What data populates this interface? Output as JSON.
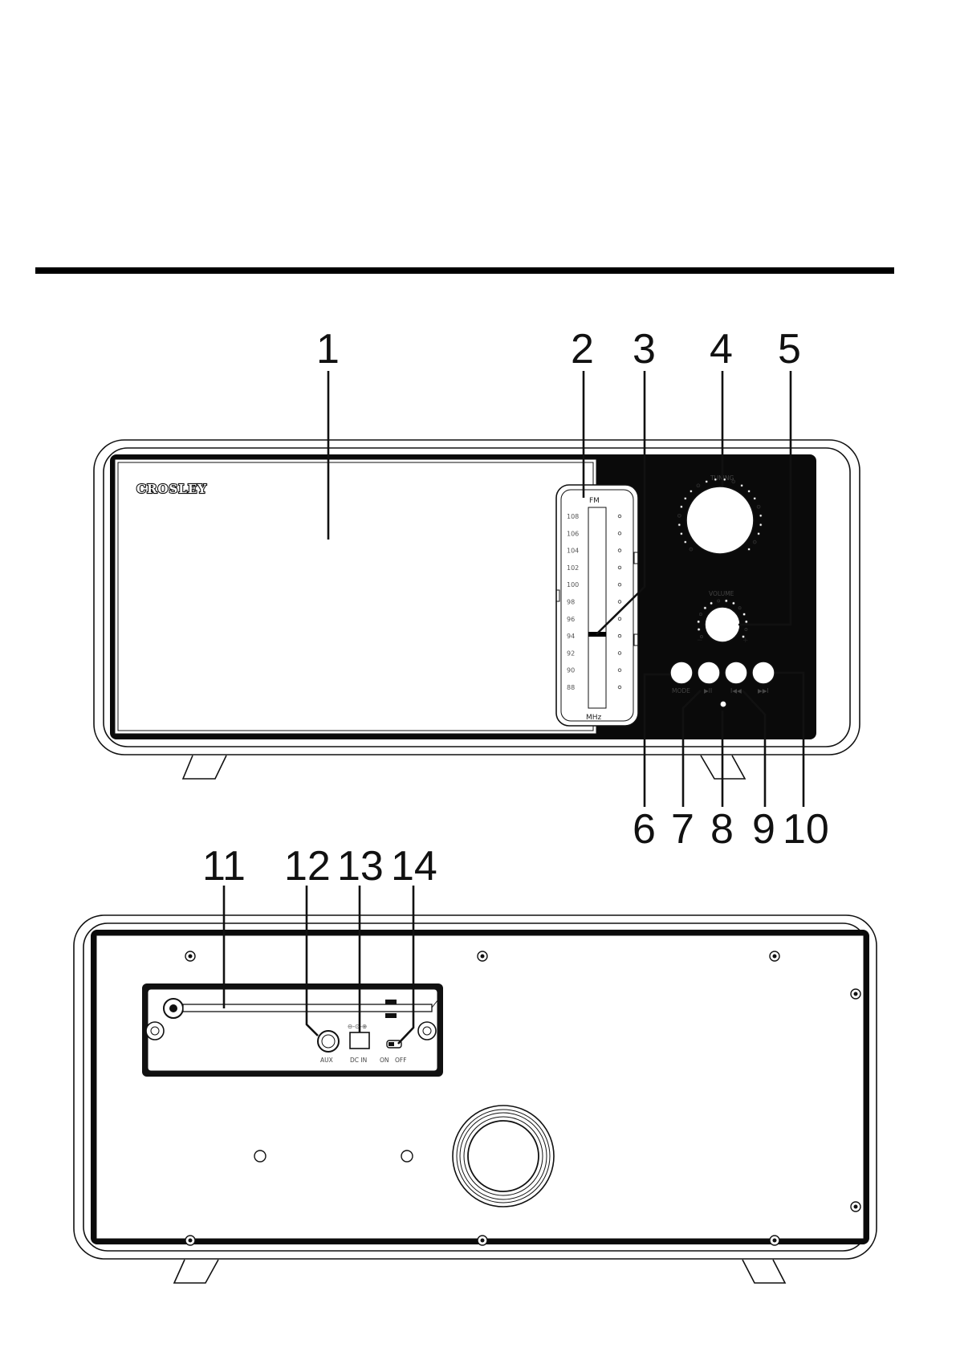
{
  "callouts_front": [
    "1",
    "2",
    "3",
    "4",
    "5",
    "6",
    "7",
    "8",
    "9",
    "10"
  ],
  "callouts_back": [
    "11",
    "12",
    "13",
    "14"
  ],
  "front": {
    "brand": "CROSLEY",
    "band": "FM",
    "unit": "MHz",
    "scale": [
      "108",
      "106",
      "104",
      "102",
      "100",
      "98",
      "96",
      "94",
      "92",
      "90",
      "88"
    ],
    "tuning_label": "TUNING",
    "volume_label": "VOLUME",
    "volume_minus": "−",
    "volume_plus": "+",
    "buttons": {
      "mode": "MODE",
      "play_pause": "▶II",
      "prev": "I◀◀",
      "next": "▶▶I"
    }
  },
  "back": {
    "aux": "AUX",
    "dc_in": "DC IN",
    "dc_symbol": "⊖-⊙-⊕",
    "on": "ON",
    "off": "OFF"
  }
}
